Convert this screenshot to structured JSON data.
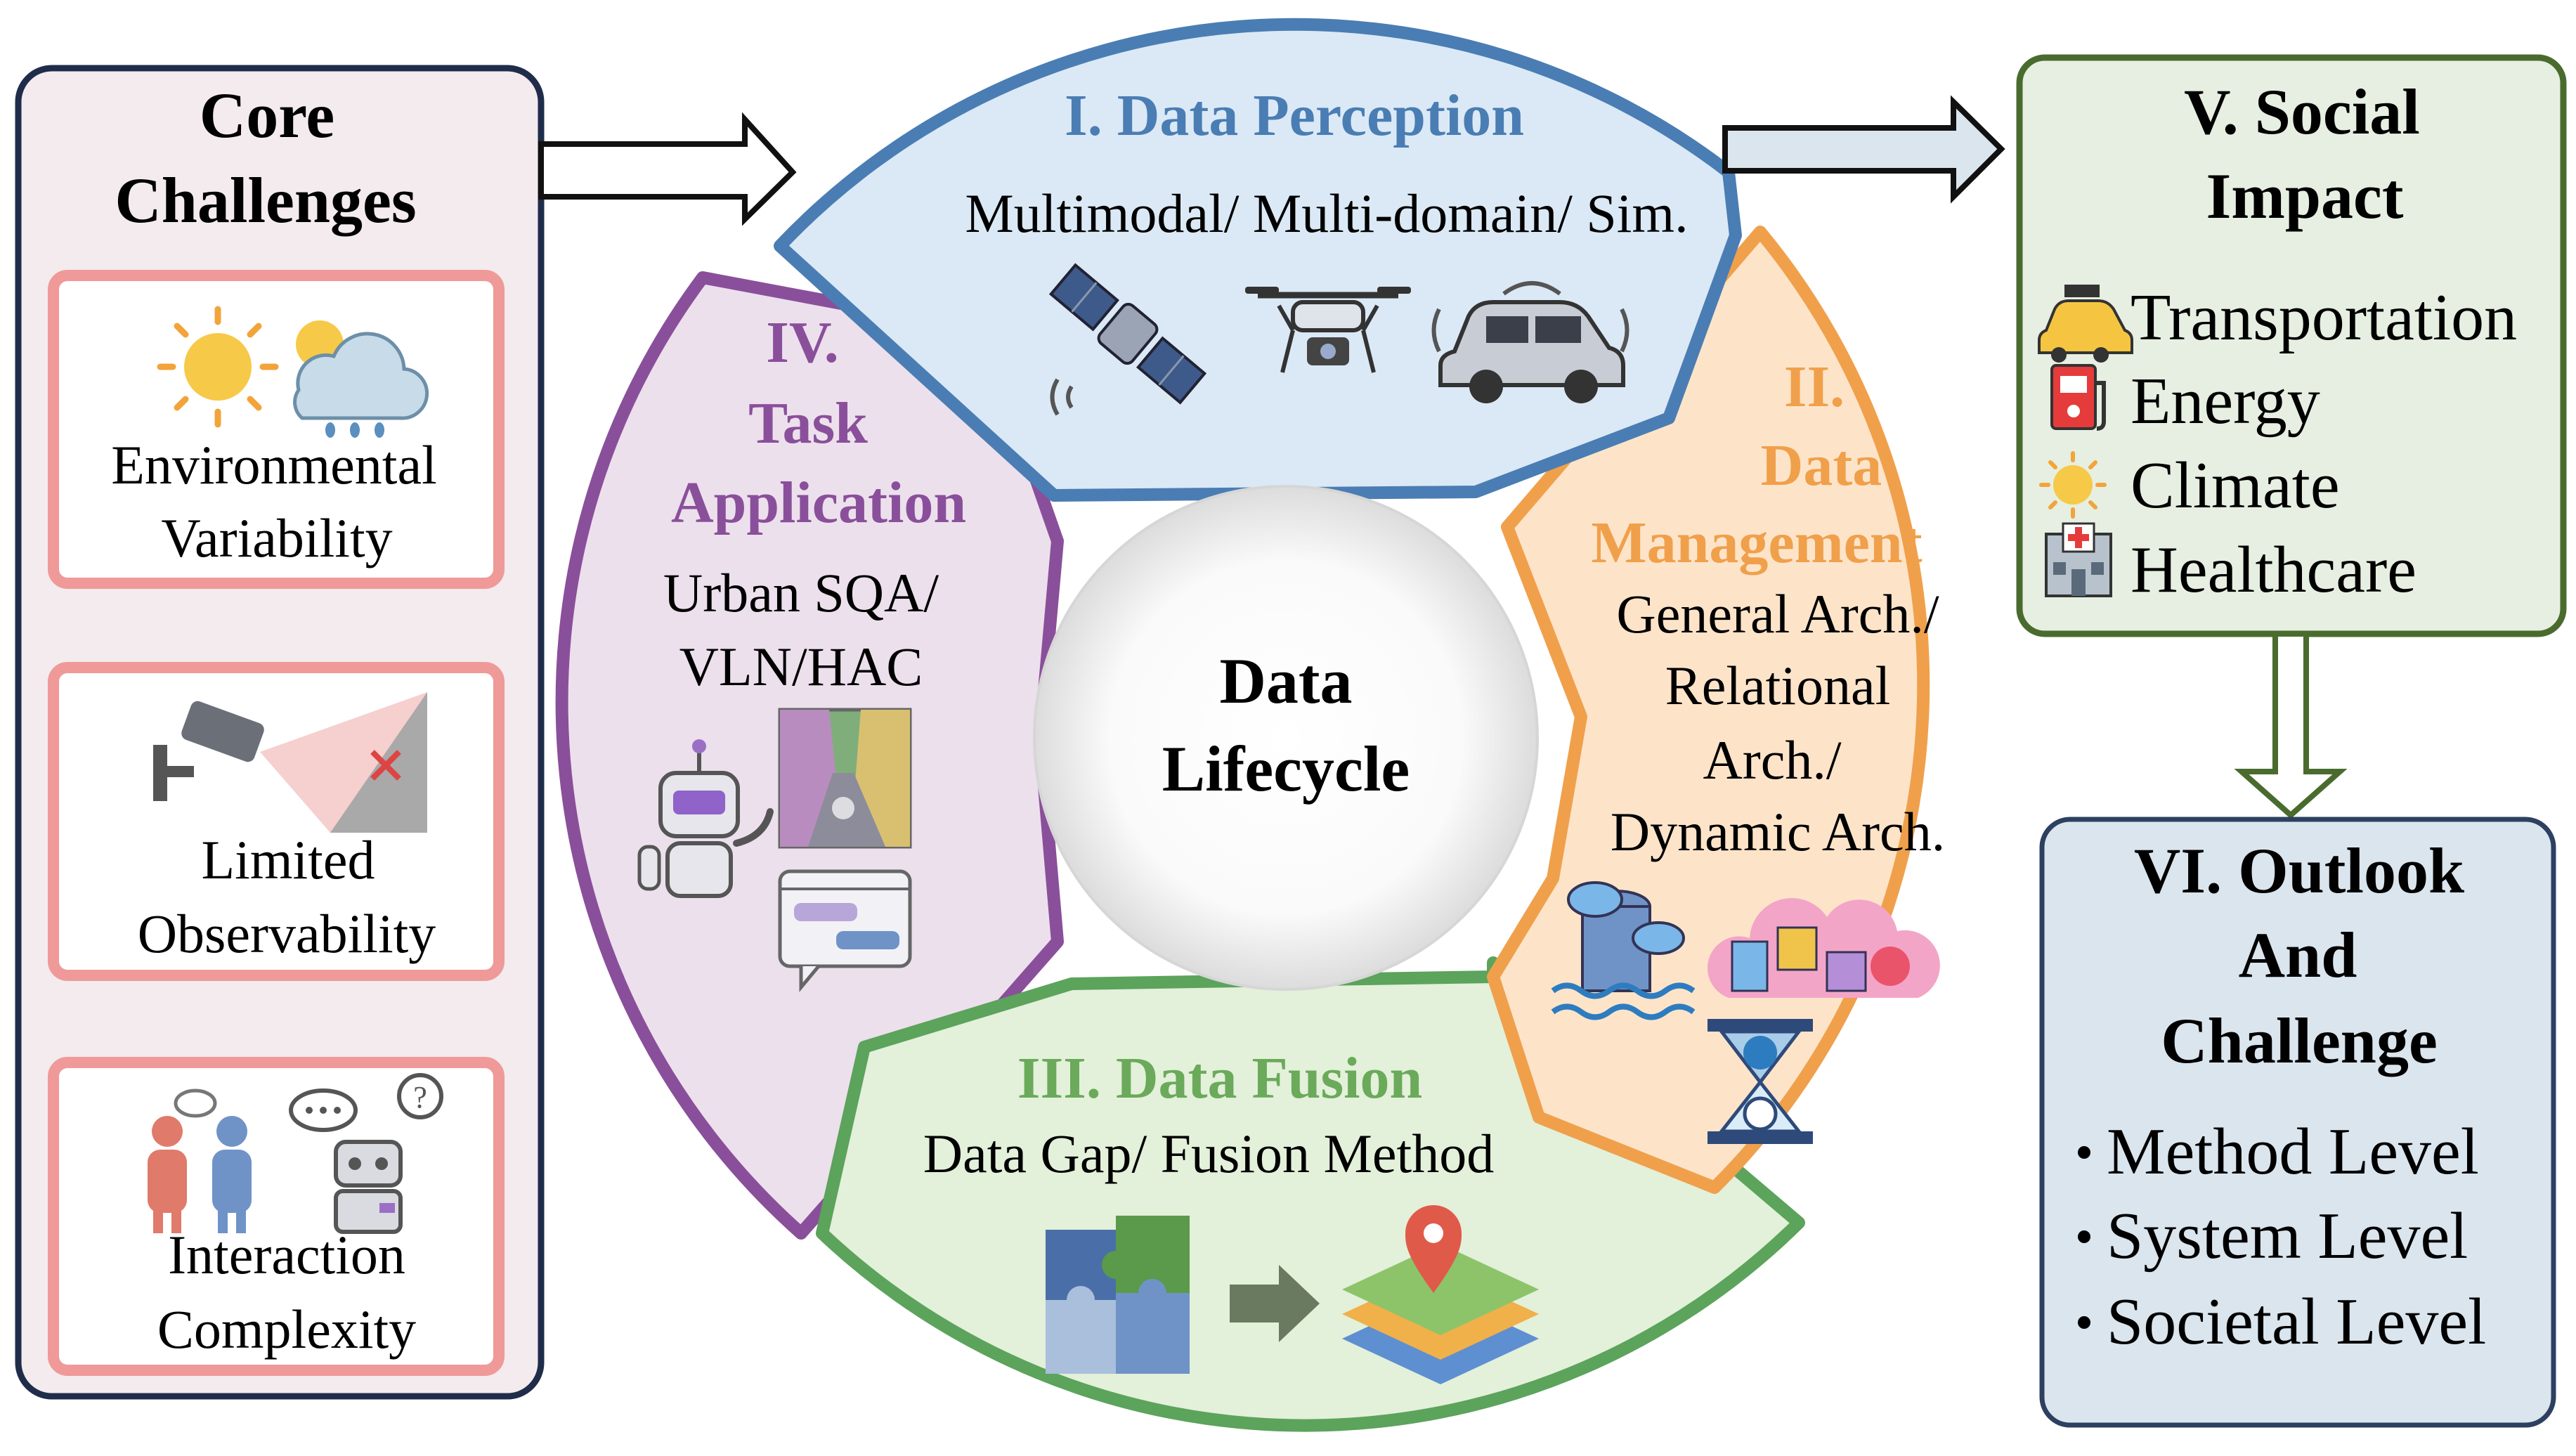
{
  "core": {
    "title_line1": "Core",
    "title_line2": "Challenges",
    "items": [
      {
        "line1": "Environmental",
        "line2": "Variability",
        "icons": [
          "sun-icon",
          "rain-cloud-icon"
        ]
      },
      {
        "line1": "Limited",
        "line2": "Observability",
        "icons": [
          "security-camera-icon",
          "blocked-view-icon"
        ]
      },
      {
        "line1": "Interaction",
        "line2": "Complexity",
        "icons": [
          "people-talking-icon",
          "robot-question-icon"
        ]
      }
    ]
  },
  "center": {
    "line1": "Data",
    "line2": "Lifecycle"
  },
  "perception": {
    "title": "I. Data Perception",
    "subtitle": "Multimodal/ Multi-domain/ Sim.",
    "icons": [
      "satellite-icon",
      "drone-icon",
      "connected-car-icon"
    ]
  },
  "management": {
    "title_line1": "II.",
    "title_line2": "Data",
    "title_line3": "Management",
    "body_line1": "General Arch./",
    "body_line2": "Relational",
    "body_line3": "Arch./",
    "body_line4": "Dynamic Arch.",
    "icons": [
      "data-lake-icon",
      "cloud-data-icon",
      "hourglass-globe-icon"
    ]
  },
  "fusion": {
    "title": "III. Data Fusion",
    "subtitle": "Data Gap/ Fusion Method",
    "icons": [
      "puzzle-icon",
      "arrow-right-icon",
      "map-layers-icon"
    ]
  },
  "task": {
    "title_line1": "IV.",
    "title_line2": "Task",
    "title_line3": "Application",
    "body_line1": "Urban SQA/",
    "body_line2": "VLN/HAC",
    "icons": [
      "robot-icon",
      "street-view-icon",
      "chat-window-icon"
    ]
  },
  "social": {
    "title_line1": "V. Social",
    "title_line2": "Impact",
    "items": [
      {
        "label": "Transportation",
        "icon": "taxi-icon"
      },
      {
        "label": "Energy",
        "icon": "fuel-pump-icon"
      },
      {
        "label": "Climate",
        "icon": "sun-icon"
      },
      {
        "label": "Healthcare",
        "icon": "hospital-icon"
      }
    ]
  },
  "outlook": {
    "title_line1": "VI. Outlook",
    "title_line2": "And",
    "title_line3": "Challenge",
    "bullets": [
      "Method Level",
      "System Level",
      "Societal Level"
    ]
  },
  "colors": {
    "core_border": "#1f2d4a",
    "core_bg": "#f3ebed",
    "core_item_border": "#ef9a98",
    "perception_border": "#4a7db3",
    "perception_bg": "#dbe9f6",
    "perception_title": "#4a7db3",
    "management_border": "#f0a04b",
    "management_bg": "#fde4c9",
    "management_title": "#f0a04b",
    "fusion_border": "#5ca35c",
    "fusion_bg": "#e3f0da",
    "fusion_title": "#6aaa5a",
    "task_border": "#8a4f9a",
    "task_bg": "#ece0ec",
    "task_title": "#8a4f9a",
    "social_border": "#4a6b2e",
    "social_bg": "#e6efe1",
    "outlook_border": "#2e4060",
    "outlook_bg": "#dbe5ee"
  }
}
